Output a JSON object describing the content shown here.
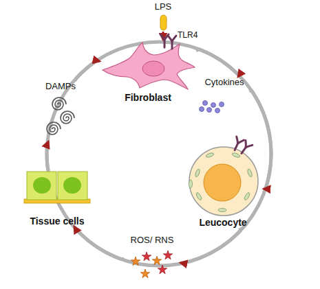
{
  "diagram": {
    "nodes": [
      {
        "text": [
          "LPS"
        ]
      },
      {
        "text": [
          "Fibroblast"
        ]
      },
      {
        "text": [
          "Cytokines"
        ]
      },
      {
        "text": [
          "Leucocyte"
        ]
      },
      {
        "text": [
          "ROS/ RNS"
        ]
      },
      {
        "text": [
          "Tissue cells"
        ]
      },
      {
        "text": [
          "DAMPs"
        ]
      }
    ],
    "edges": [
      {
        "from": 0,
        "to": 1,
        "arrow": "to"
      },
      {
        "from": 1,
        "to": 2,
        "arrow": "to"
      },
      {
        "from": 2,
        "to": 3,
        "arrow": "to"
      },
      {
        "from": 3,
        "to": 4,
        "arrow": "to"
      },
      {
        "from": 4,
        "to": 5,
        "arrow": "to"
      },
      {
        "from": 5,
        "to": 6,
        "arrow": "to"
      },
      {
        "from": 6,
        "to": 1,
        "arrow": "to"
      }
    ],
    "labels": [
      "TLR4"
    ]
  }
}
